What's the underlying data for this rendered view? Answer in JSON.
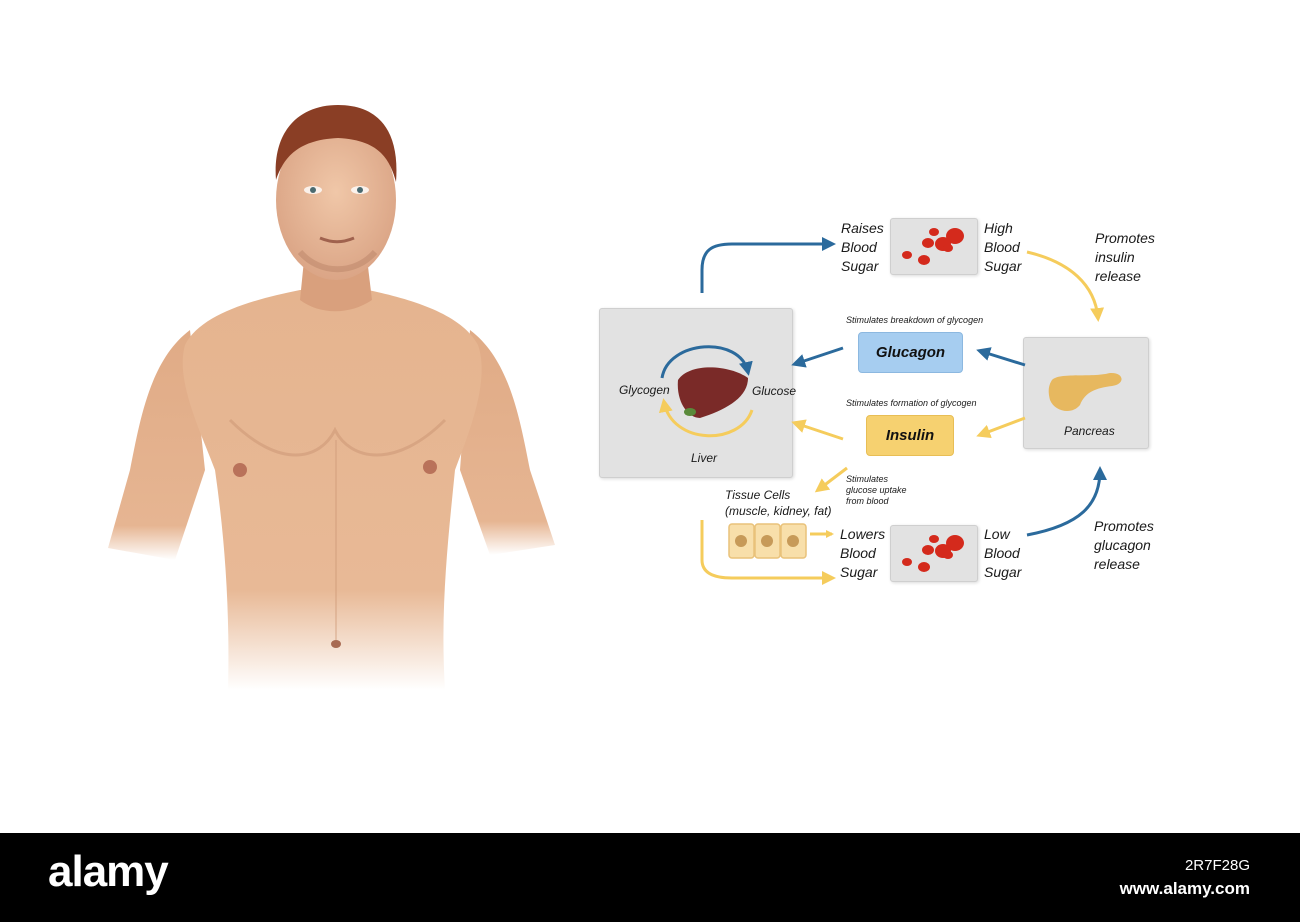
{
  "diagram": {
    "liver_box": {
      "left_label": "Glycogen",
      "right_label": "Glucose",
      "bottom_label": "Liver"
    },
    "raises_label": [
      "Raises",
      "Blood",
      "Sugar"
    ],
    "high_label": [
      "High",
      "Blood",
      "Sugar"
    ],
    "promotes_insulin": [
      "Promotes",
      "insulin",
      "release"
    ],
    "glucagon": {
      "label": "Glucagon",
      "caption": "Stimulates breakdown of glycogen",
      "color": "#a6cdf0"
    },
    "insulin": {
      "label": "Insulin",
      "caption": "Stimulates formation of glycogen",
      "color": "#f6d170"
    },
    "pancreas_label": "Pancreas",
    "uptake_caption": [
      "Stimulates",
      "glucose uptake",
      "from blood"
    ],
    "tissue_label": [
      "Tissue Cells",
      "(muscle, kidney, fat)"
    ],
    "lowers_label": [
      "Lowers",
      "Blood",
      "Sugar"
    ],
    "low_label": [
      "Low",
      "Blood",
      "Sugar"
    ],
    "promotes_glucagon": [
      "Promotes",
      "glucagon",
      "release"
    ],
    "colors": {
      "blue_arrow": "#2b6a9c",
      "yellow_arrow": "#f5cc5c",
      "box_fill": "#e2e2e2"
    }
  },
  "footer": {
    "brand": "alamy",
    "image_id": "2R7F28G",
    "site": "www.alamy.com"
  }
}
